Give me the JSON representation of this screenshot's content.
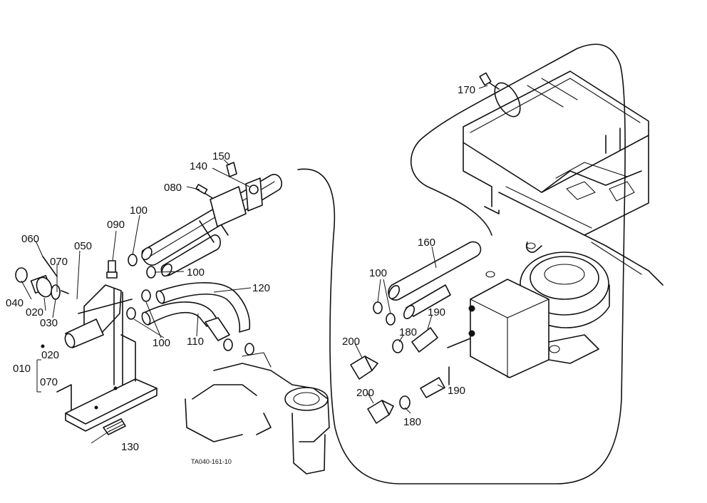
{
  "labels": {
    "p170": "170",
    "p150": "150",
    "p140": "140",
    "p080": "080",
    "p100_top": "100",
    "p090": "090",
    "p060": "060",
    "p050": "050",
    "p070_top": "070",
    "p100_mid": "100",
    "p120": "120",
    "p040": "040",
    "p020_top": "020",
    "p030": "030",
    "p100_low": "100",
    "p110": "110",
    "p020_low": "020",
    "p010": "010",
    "p070_low": "070",
    "p130": "130",
    "p160": "160",
    "p100_right": "100",
    "p190_top": "190",
    "p180_top": "180",
    "p200_top": "200",
    "p180_low": "180",
    "p200_low": "200",
    "p190_low": "190"
  },
  "caption": "TA040-161-10"
}
